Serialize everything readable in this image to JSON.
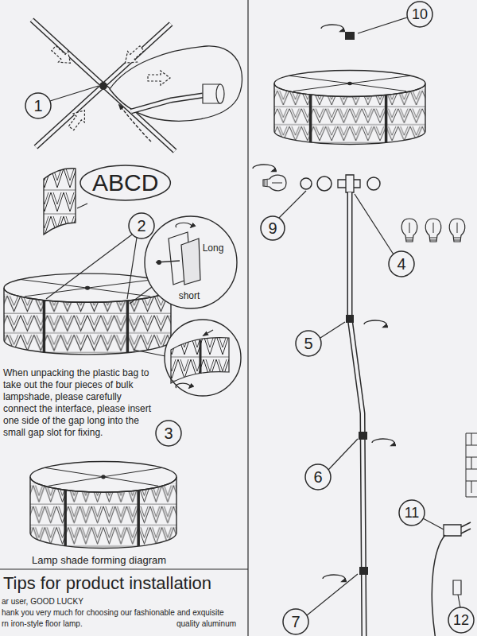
{
  "diagram": {
    "nodes": [
      {
        "text": [
          "ABCD"
        ]
      }
    ],
    "labels": [
      "1",
      "2",
      "Long",
      "short",
      "3",
      "When unpacking the plastic bag to take out the four pieces of bulk lampshade, please carefully connect the interface, please insert one side of the gap long into the small gap slot for fixing.",
      "Lamp shade forming diagram",
      "Tips for product installation",
      "ar user, GOOD LUCKY",
      "hank you very much for choosing our fashionable and exquisite",
      "rn iron-style floor lamp.",
      "quality aluminum",
      "10",
      "9",
      "4",
      "5",
      "6",
      "11",
      "7",
      "12"
    ]
  }
}
